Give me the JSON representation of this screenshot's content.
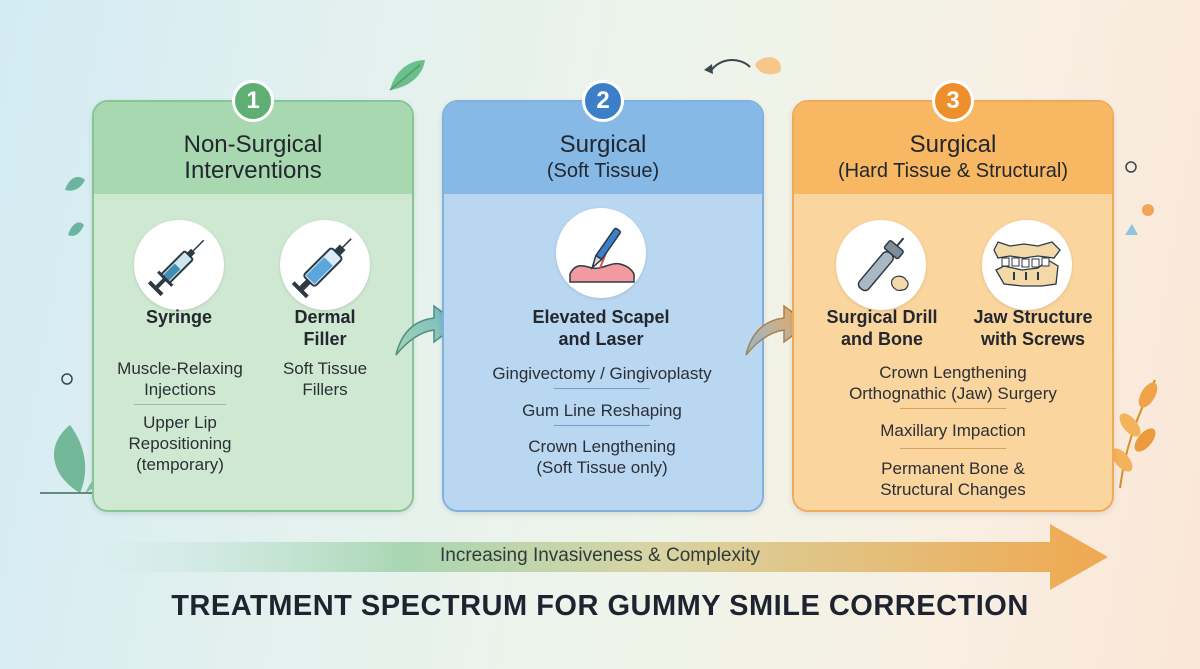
{
  "steps": [
    {
      "number": "1",
      "title_line1": "Non-Surgical",
      "title_line2": "Interventions",
      "icons": [
        {
          "name": "syringe-icon",
          "label_line1": "Syringe",
          "label_line2": ""
        },
        {
          "name": "dermal-filler-icon",
          "label_line1": "Dermal",
          "label_line2": "Filler"
        }
      ],
      "procedures": [
        {
          "line1": "Muscle-Relaxing",
          "line2": "Injections"
        },
        {
          "line1": "Upper Lip",
          "line2": "Repositioning",
          "line3": "(temporary)"
        },
        {
          "line1": "Soft Tissue",
          "line2": "Fillers"
        }
      ],
      "colors": {
        "accent": "#5fae73",
        "head": "#a8d8b0",
        "body": "#cfe8d1"
      }
    },
    {
      "number": "2",
      "title_line1": "Surgical",
      "title_line2": "(Soft Tissue)",
      "icons": [
        {
          "name": "scalpel-laser-icon",
          "label_line1": "Elevated Scapel",
          "label_line2": "and Laser"
        }
      ],
      "procedures": [
        {
          "line1": "Gingivectomy / Gingivoplasty"
        },
        {
          "line1": "Gum Line Reshaping"
        },
        {
          "line1": "Crown Lengthening",
          "line2": "(Soft Tissue only)"
        }
      ],
      "colors": {
        "accent": "#3c7fc8",
        "head": "#86b9e6",
        "body": "#b9d7f1"
      }
    },
    {
      "number": "3",
      "title_line1": "Surgical",
      "title_line2": "(Hard Tissue & Structural)",
      "icons": [
        {
          "name": "surgical-drill-icon",
          "label_line1": "Surgical Drill",
          "label_line2": "and Bone"
        },
        {
          "name": "jaw-screws-icon",
          "label_line1": "Jaw Structure",
          "label_line2": "with Screws"
        }
      ],
      "procedures": [
        {
          "line1": "Crown Lengthening",
          "line2": "Orthognathic (Jaw) Surgery"
        },
        {
          "line1": "Maxillary Impaction"
        },
        {
          "line1": "Permanent Bone &",
          "line2": "Structural Changes"
        }
      ],
      "colors": {
        "accent": "#ef8f2b",
        "head": "#f8b763",
        "body": "#fbd59e"
      }
    }
  ],
  "progress_arrow_label": "Increasing Invasiveness & Complexity",
  "page_title": "TREATMENT SPECTRUM FOR GUMMY SMILE CORRECTION"
}
